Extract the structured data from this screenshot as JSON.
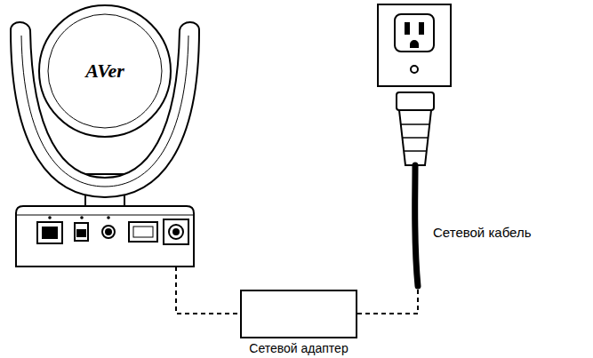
{
  "diagram": {
    "nodes": [
      {
        "text": [
          "Сетевой адаптер"
        ]
      }
    ],
    "labels": [
      "AVer",
      "Сетевой кабель"
    ]
  }
}
